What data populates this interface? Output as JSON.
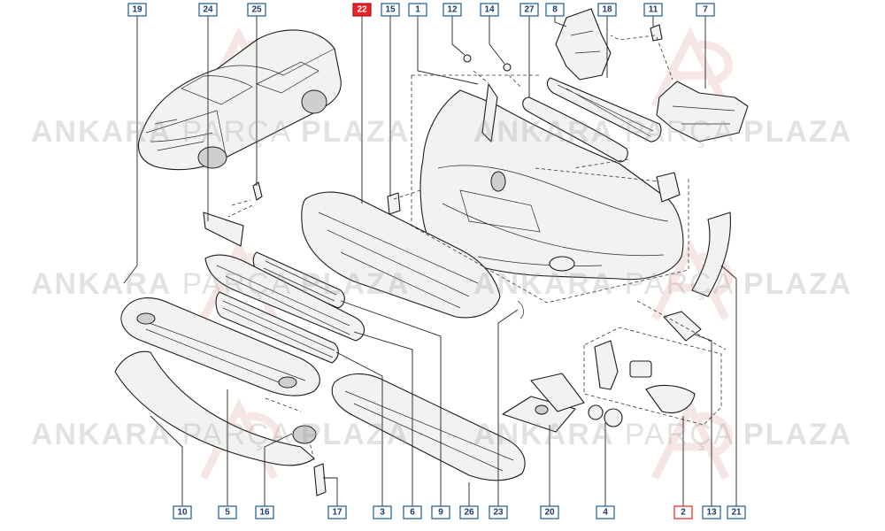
{
  "watermark": {
    "word1": "ANKARA",
    "word2": "PARÇA",
    "word3": "PLAZA"
  },
  "colors": {
    "callout_border": "#1a5a9a",
    "highlight": "#e8232a",
    "line": "#1b1b1b"
  },
  "callouts_top": [
    "19",
    "24",
    "25",
    "22",
    "15",
    "1",
    "12",
    "14",
    "27",
    "8",
    "18",
    "11",
    "7"
  ],
  "callouts_bottom": [
    "10",
    "5",
    "16",
    "17",
    "3",
    "6",
    "9",
    "26",
    "23",
    "20",
    "4",
    "2",
    "13",
    "21"
  ],
  "highlighted_callout": "22"
}
